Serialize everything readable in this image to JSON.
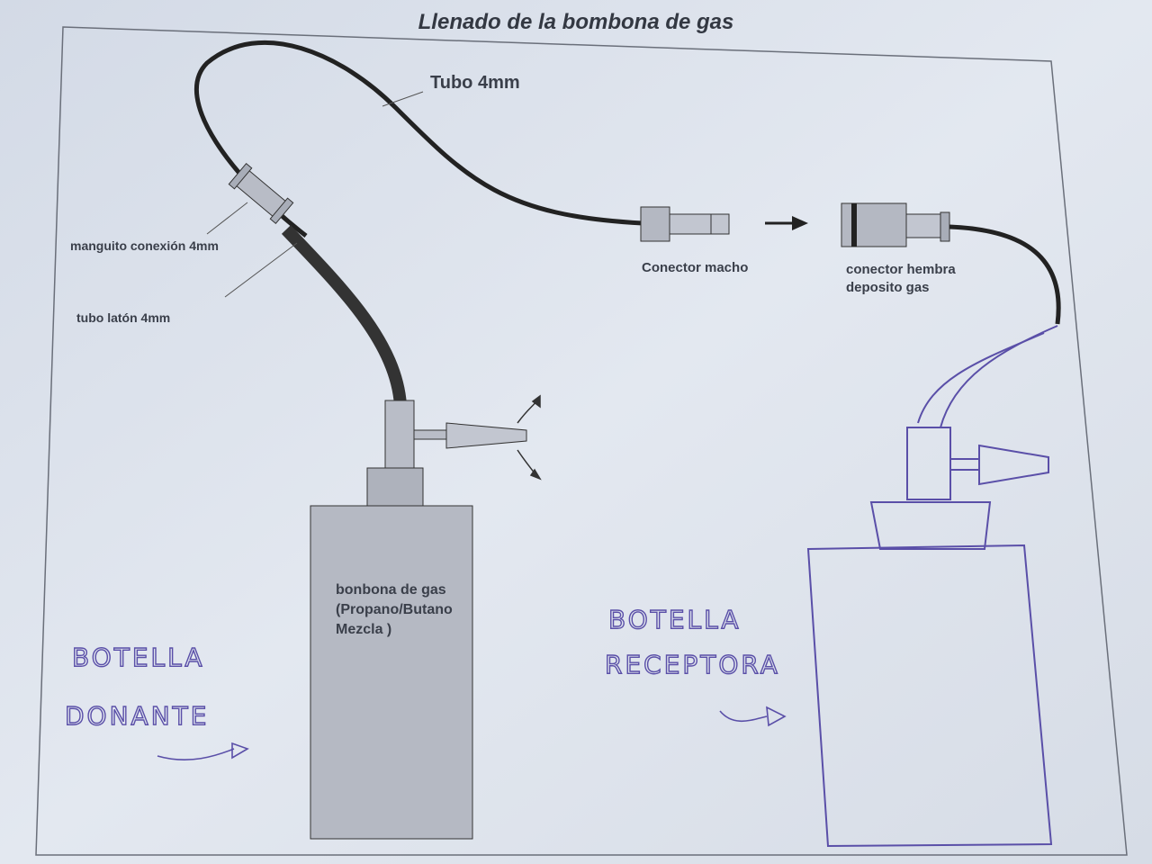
{
  "title": "Llenado de la bombona de gas",
  "labels": {
    "tube": "Tubo 4mm",
    "sleeve": "manguito conexión  4mm",
    "brass_tube": "tubo latón 4mm",
    "male_connector": "Conector macho",
    "female_connector_line1": "conector hembra",
    "female_connector_line2": "deposito gas",
    "cylinder_line1": "bonbona de gas",
    "cylinder_line2": "(Propano/Butano",
    "cylinder_line3": "Mezcla )"
  },
  "handwritten": {
    "donor_line1": "BOTELLA",
    "donor_line2": "DONANTE",
    "receiver_line1": "BOTELLA",
    "receiver_line2": "RECEPTORA"
  },
  "colors": {
    "paper": "#dfe5ee",
    "ink": "#2a2a2a",
    "pen": "#5a4fa8"
  }
}
